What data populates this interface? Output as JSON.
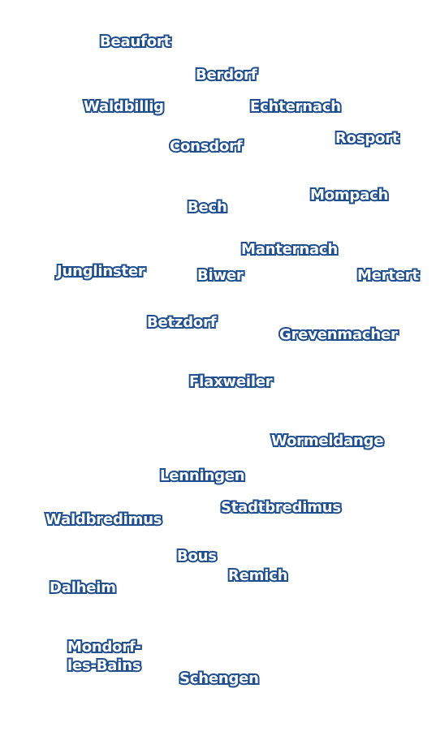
{
  "map": {
    "label_fill_color": "#ffffff",
    "label_outline_color": "#1f4f8f",
    "places": [
      {
        "id": "beaufort",
        "label": "Beaufort"
      },
      {
        "id": "berdorf",
        "label": "Berdorf"
      },
      {
        "id": "waldbillig",
        "label": "Waldbillig"
      },
      {
        "id": "echternach",
        "label": "Echternach"
      },
      {
        "id": "consdorf",
        "label": "Consdorf"
      },
      {
        "id": "rosport",
        "label": "Rosport"
      },
      {
        "id": "mompach",
        "label": "Mompach"
      },
      {
        "id": "bech",
        "label": "Bech"
      },
      {
        "id": "manternach",
        "label": "Manternach"
      },
      {
        "id": "junglinster",
        "label": "Junglinster"
      },
      {
        "id": "biwer",
        "label": "Biwer"
      },
      {
        "id": "mertert",
        "label": "Mertert"
      },
      {
        "id": "betzdorf",
        "label": "Betzdorf"
      },
      {
        "id": "grevenmacher",
        "label": "Grevenmacher"
      },
      {
        "id": "flaxweiler",
        "label": "Flaxweiler"
      },
      {
        "id": "wormeldange",
        "label": "Wormeldange"
      },
      {
        "id": "lenningen",
        "label": "Lenningen"
      },
      {
        "id": "stadtbredimus",
        "label": "Stadtbredimus"
      },
      {
        "id": "waldbredimus",
        "label": "Waldbredimus"
      },
      {
        "id": "bous",
        "label": "Bous"
      },
      {
        "id": "remich",
        "label": "Remich"
      },
      {
        "id": "dalheim",
        "label": "Dalheim"
      },
      {
        "id": "mondorf-les-bains",
        "label": "Mondorf-\nles-Bains"
      },
      {
        "id": "schengen",
        "label": "Schengen"
      }
    ]
  }
}
